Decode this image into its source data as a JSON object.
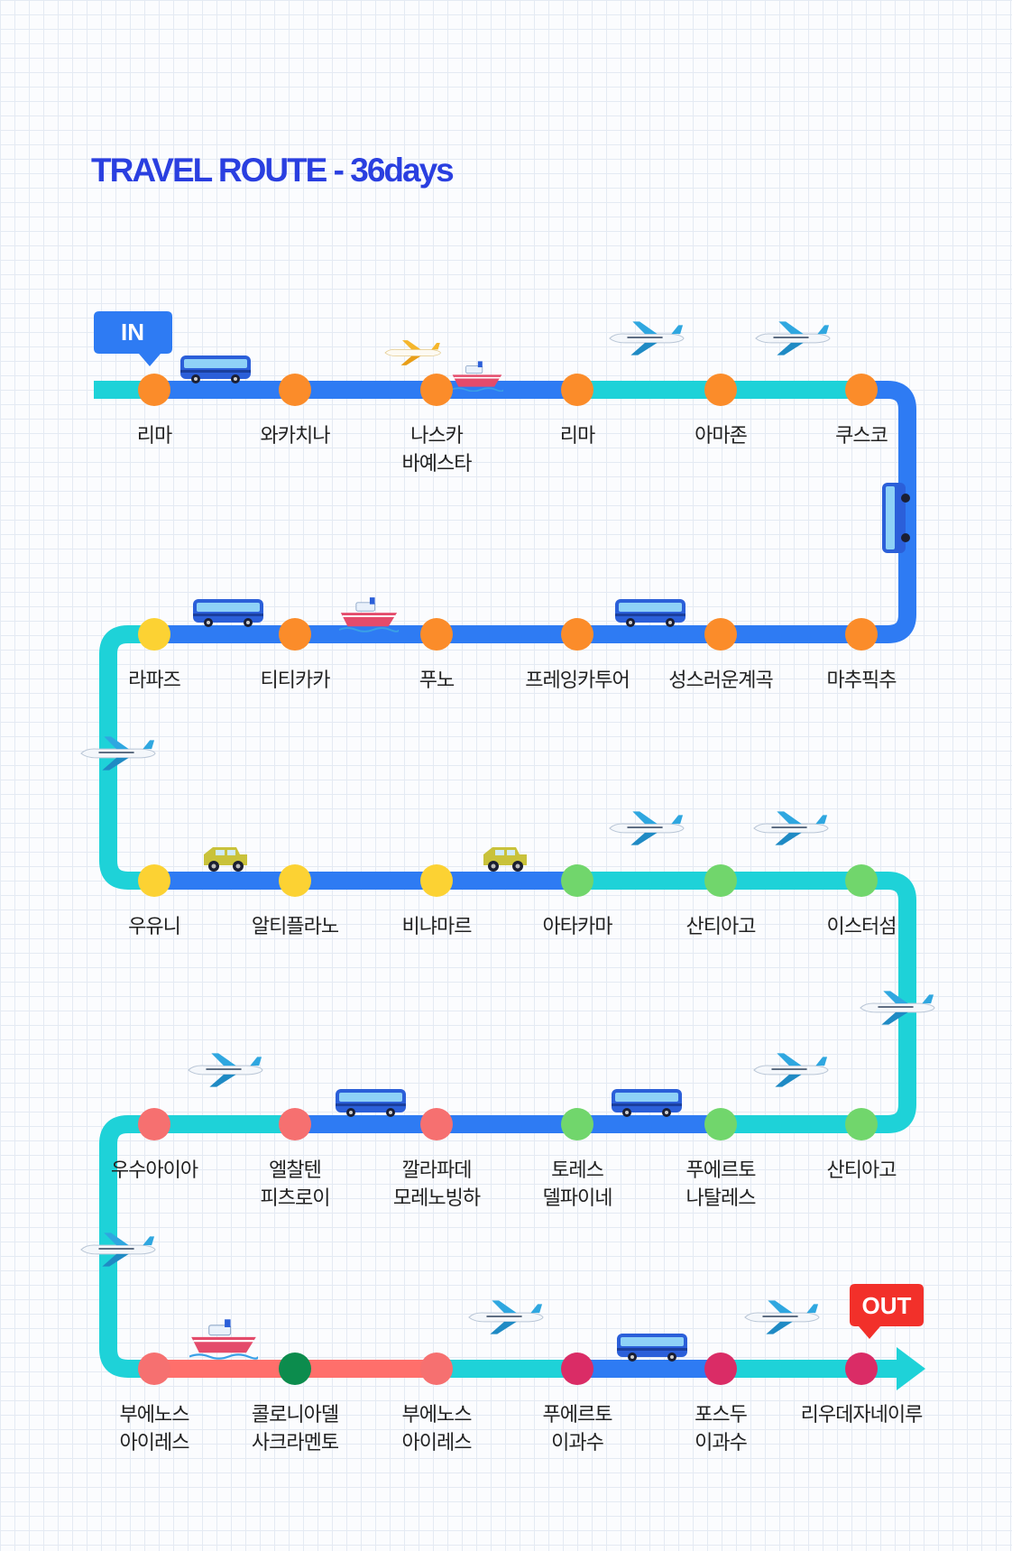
{
  "title": "TRAVEL ROUTE - 36days",
  "start_tag": "IN",
  "end_tag": "OUT",
  "colors": {
    "title": "#2a3fe0",
    "blue_line": "#2e7bf3",
    "teal_line": "#1ed2d8",
    "salmon_line": "#ff6f6b",
    "start_tag": "#2e7bf3",
    "end_tag": "#f2302a",
    "dot_orange": "#fb8c2a",
    "dot_yellow": "#fcd233",
    "dot_green": "#71d66c",
    "dot_pink": "#f67070",
    "dot_darkgreen": "#0c8c4d",
    "dot_magenta": "#da2c66"
  },
  "rows": [
    {
      "stops": [
        {
          "label": [
            "리마"
          ],
          "dot": "orange"
        },
        {
          "label": [
            "와카치나"
          ],
          "dot": "orange"
        },
        {
          "label": [
            "나스카",
            "바예스타"
          ],
          "dot": "orange"
        },
        {
          "label": [
            "리마"
          ],
          "dot": "orange"
        },
        {
          "label": [
            "아마존"
          ],
          "dot": "orange"
        },
        {
          "label": [
            "쿠스코"
          ],
          "dot": "orange"
        }
      ],
      "segments": [
        "blue",
        "blue",
        "blue",
        "teal",
        "teal"
      ],
      "icons": [
        "bus-icon",
        "airplane-icon",
        "ship-icon",
        "airplane-icon",
        "airplane-icon"
      ]
    },
    {
      "stops": [
        {
          "label": [
            "라파즈"
          ],
          "dot": "yellow"
        },
        {
          "label": [
            "티티카카"
          ],
          "dot": "orange"
        },
        {
          "label": [
            "푸노"
          ],
          "dot": "orange"
        },
        {
          "label": [
            "프레잉카투어"
          ],
          "dot": "orange"
        },
        {
          "label": [
            "성스러운계곡"
          ],
          "dot": "orange"
        },
        {
          "label": [
            "마추픽추"
          ],
          "dot": "orange"
        }
      ],
      "segments": [
        "blue",
        "blue",
        "blue",
        "blue",
        "blue"
      ],
      "icons": [
        "bus-icon",
        "ship-icon",
        "bus-icon"
      ]
    },
    {
      "stops": [
        {
          "label": [
            "우유니"
          ],
          "dot": "yellow"
        },
        {
          "label": [
            "알티플라노"
          ],
          "dot": "yellow"
        },
        {
          "label": [
            "비냐마르"
          ],
          "dot": "yellow"
        },
        {
          "label": [
            "아타카마"
          ],
          "dot": "green"
        },
        {
          "label": [
            "산티아고"
          ],
          "dot": "green"
        },
        {
          "label": [
            "이스터섬"
          ],
          "dot": "green"
        }
      ],
      "segments": [
        "blue",
        "blue",
        "blue",
        "teal",
        "teal"
      ],
      "icons": [
        "jeep-icon",
        "jeep-icon",
        "airplane-icon",
        "airplane-icon"
      ]
    },
    {
      "stops": [
        {
          "label": [
            "우수아이아"
          ],
          "dot": "pink"
        },
        {
          "label": [
            "엘찰텐",
            "피츠로이"
          ],
          "dot": "pink"
        },
        {
          "label": [
            "깔라파데",
            "모레노빙하"
          ],
          "dot": "pink"
        },
        {
          "label": [
            "토레스",
            "델파이네"
          ],
          "dot": "green"
        },
        {
          "label": [
            "푸에르토",
            "나탈레스"
          ],
          "dot": "green"
        },
        {
          "label": [
            "산티아고"
          ],
          "dot": "green"
        }
      ],
      "segments": [
        "teal",
        "blue",
        "blue",
        "blue",
        "teal"
      ],
      "icons": [
        "airplane-icon",
        "bus-icon",
        "bus-icon",
        "airplane-icon"
      ]
    },
    {
      "stops": [
        {
          "label": [
            "부에노스",
            "아이레스"
          ],
          "dot": "pink"
        },
        {
          "label": [
            "콜로니아델",
            "사크라멘토"
          ],
          "dot": "darkgreen"
        },
        {
          "label": [
            "부에노스",
            "아이레스"
          ],
          "dot": "pink"
        },
        {
          "label": [
            "푸에르토",
            "이과수"
          ],
          "dot": "magenta"
        },
        {
          "label": [
            "포스두",
            "이과수"
          ],
          "dot": "magenta"
        },
        {
          "label": [
            "리우데자네이루"
          ],
          "dot": "magenta"
        }
      ],
      "segments": [
        "salmon",
        "salmon",
        "teal",
        "blue",
        "teal"
      ],
      "icons": [
        "ship-icon",
        "airplane-icon",
        "bus-icon",
        "airplane-icon"
      ]
    }
  ],
  "connectors": [
    {
      "side": "right",
      "color": "blue",
      "icon": "bus-icon"
    },
    {
      "side": "left",
      "color": "teal",
      "icon": "airplane-icon"
    },
    {
      "side": "right",
      "color": "teal",
      "icon": "airplane-icon"
    },
    {
      "side": "left",
      "color": "teal",
      "icon": "airplane-icon"
    }
  ]
}
